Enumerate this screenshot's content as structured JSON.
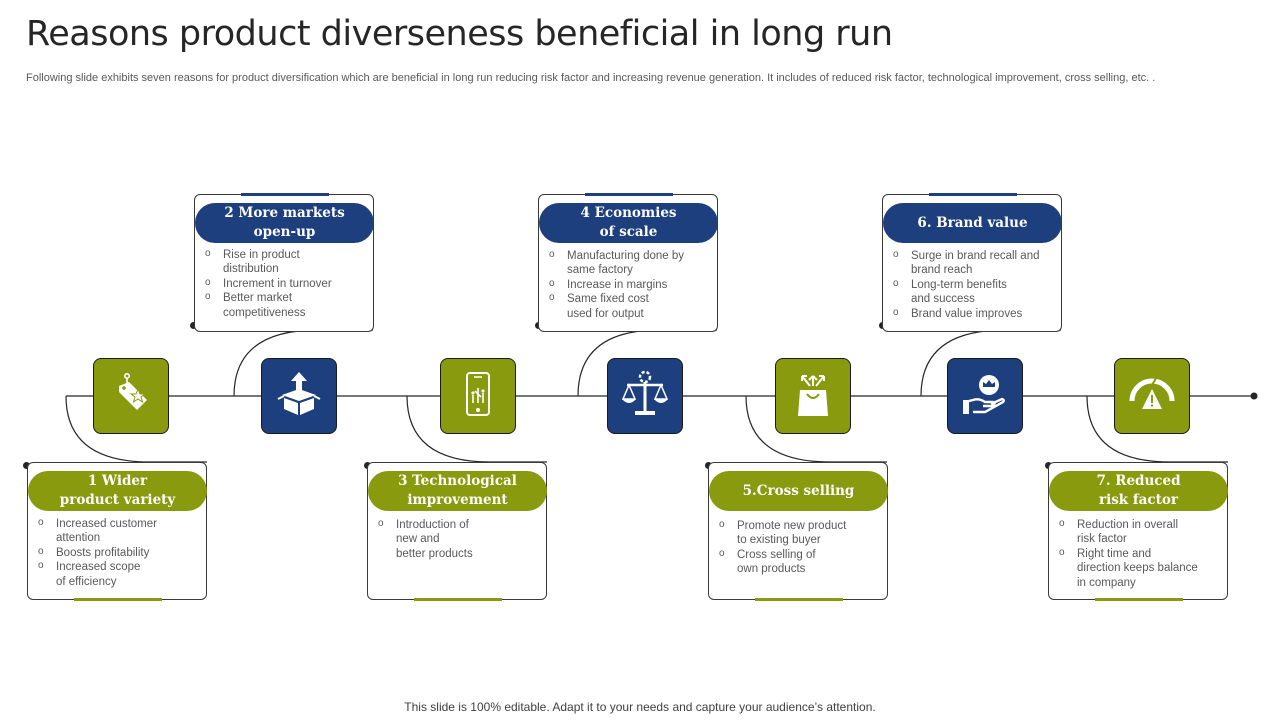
{
  "title": "Reasons product diverseness beneficial in long run",
  "subtitle": "Following slide exhibits seven reasons for product diversification which are beneficial in long run reducing risk factor and increasing revenue generation. It includes of reduced risk factor, technological improvement, cross selling, etc. .",
  "footer": "This slide is 100% editable. Adapt it to your needs and capture your audience’s attention.",
  "colors": {
    "green": "#8a9a0f",
    "blue": "#1e3f7d"
  },
  "steps": [
    {
      "heading": "1 Wider\nproduct variety",
      "icon": "price-tag-star-icon",
      "color": "green",
      "bullets": [
        "Increased customer\nattention",
        "Boosts profitability",
        "Increased scope\nof efficiency"
      ]
    },
    {
      "heading": "2 More markets\nopen-up",
      "icon": "box-upload-arrow-icon",
      "color": "blue",
      "bullets": [
        "Rise in product\ndistribution",
        "Increment in turnover",
        "Better market\ncompetitiveness"
      ]
    },
    {
      "heading": "3 Technological\nimprovement",
      "icon": "smartphone-icon",
      "color": "green",
      "bullets": [
        "Introduction of\nnew and\nbetter products"
      ]
    },
    {
      "heading": "4 Economies\nof scale",
      "icon": "balance-scale-icon",
      "color": "blue",
      "bullets": [
        "Manufacturing done by\nsame factory",
        "Increase in margins",
        "Same fixed cost\nused for output"
      ]
    },
    {
      "heading": "5.Cross selling",
      "icon": "shopping-bag-arrows-icon",
      "color": "green",
      "bullets": [
        "Promote new product\nto existing buyer",
        "Cross selling of\nown products"
      ]
    },
    {
      "heading": "6. Brand value",
      "icon": "hand-crown-icon",
      "color": "blue",
      "bullets": [
        "Surge in brand recall and\nbrand reach",
        "Long-term benefits\nand success",
        "Brand value improves"
      ]
    },
    {
      "heading": "7. Reduced\nrisk factor",
      "icon": "risk-gauge-icon",
      "color": "green",
      "bullets": [
        "Reduction in overall\n risk factor",
        "Right time and\ndirection keeps balance\n in company"
      ]
    }
  ]
}
